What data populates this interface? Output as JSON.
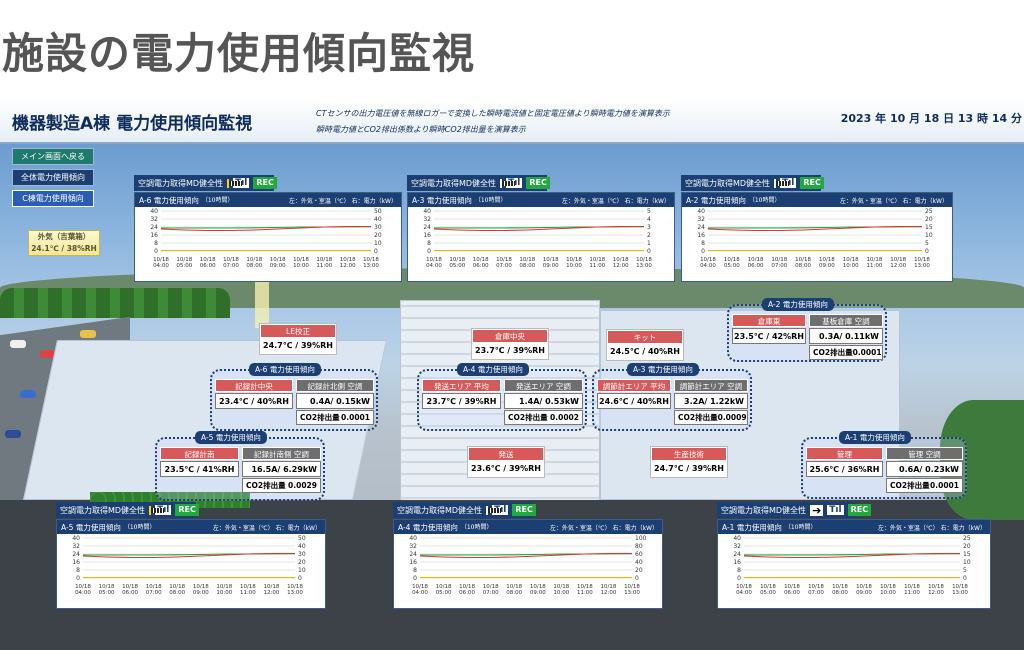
{
  "page_title": "施設の電力使用傾向監視",
  "app": {
    "title": "機器製造A棟  電力使用傾向監視",
    "note1": "CTセンサの出力電圧値を無線ロガーで変換した瞬時電流値と固定電圧値より瞬時電力値を演算表示",
    "note2": "瞬時電力値とCO2排出係数より瞬時CO2排出量を演算表示",
    "datetime": "2023 年 10 月 18 日 13 時 14 分"
  },
  "nav": {
    "main": "メイン画面へ戻る",
    "all": "全体電力使用傾向",
    "c": "C棟電力使用傾向"
  },
  "outside": {
    "label": "外気（吉葉箱）",
    "value": "24.1℃ / 38%RH"
  },
  "health": {
    "label": "空調電力取得MD健全性",
    "rec": "REC",
    "signal": "Tıl",
    "plug": "➔"
  },
  "legend": {
    "left": "左：外気・室温（℃）",
    "right": "右：電力（kW）"
  },
  "chart_sub": "（10時間）",
  "x_labels": [
    "10/18 04:00",
    "10/18 05:00",
    "10/18 06:00",
    "10/18 07:00",
    "10/18 08:00",
    "10/18 09:00",
    "10/18 10:00",
    "10/18 11:00",
    "10/18 12:00",
    "10/18 13:00"
  ],
  "panels": {
    "a6": {
      "title": "A-6 電力使用傾向",
      "left_ticks": [
        "40",
        "32",
        "24",
        "16",
        "8",
        "0"
      ],
      "right_ticks": [
        "50",
        "40",
        "30",
        "20",
        "10",
        "0"
      ]
    },
    "a3": {
      "title": "A-3 電力使用傾向",
      "left_ticks": [
        "40",
        "32",
        "24",
        "16",
        "8",
        "0"
      ],
      "right_ticks": [
        "5",
        "4",
        "3",
        "2",
        "1",
        "0"
      ]
    },
    "a2": {
      "title": "A-2 電力使用傾向",
      "left_ticks": [
        "40",
        "32",
        "24",
        "16",
        "8",
        "0"
      ],
      "right_ticks": [
        "25",
        "20",
        "15",
        "10",
        "5",
        "0"
      ]
    },
    "a5": {
      "title": "A-5 電力使用傾向",
      "left_ticks": [
        "40",
        "32",
        "24",
        "16",
        "8",
        "0"
      ],
      "right_ticks": [
        "50",
        "40",
        "30",
        "20",
        "10",
        "0"
      ]
    },
    "a4": {
      "title": "A-4 電力使用傾向",
      "left_ticks": [
        "40",
        "32",
        "24",
        "16",
        "8",
        "0"
      ],
      "right_ticks": [
        "100",
        "80",
        "60",
        "40",
        "20",
        "0"
      ]
    },
    "a1": {
      "title": "A-1 電力使用傾向",
      "left_ticks": [
        "40",
        "32",
        "24",
        "16",
        "8",
        "0"
      ],
      "right_ticks": [
        "25",
        "20",
        "15",
        "10",
        "5",
        "0"
      ]
    }
  },
  "rooms": {
    "le": {
      "label": "LE校正",
      "value": "24.7℃ / 39%RH"
    },
    "souko": {
      "label": "倉庫中央",
      "value": "23.7℃ / 39%RH"
    },
    "kit": {
      "label": "キット",
      "value": "24.5℃ / 40%RH"
    },
    "hassou": {
      "label": "発送",
      "value": "23.6℃ / 39%RH"
    },
    "seisan": {
      "label": "生産技術",
      "value": "24.7℃ / 39%RH"
    }
  },
  "groups": {
    "a2": {
      "title": "A-2 電力使用傾向",
      "room": "倉庫東",
      "room_val": "23.5℃ / 42%RH",
      "ac": "基板倉庫 空調",
      "ac_val": "0.3A/  0.11kW",
      "co2": "CO2排出量",
      "co2_val": "0.0001"
    },
    "a6": {
      "title": "A-6 電力使用傾向",
      "room": "記録計中央",
      "room_val": "23.4℃ / 40%RH",
      "ac": "記録計北側 空調",
      "ac_val": "0.4A/  0.15kW",
      "co2": "CO2排出量",
      "co2_val": "0.0001"
    },
    "a4": {
      "title": "A-4 電力使用傾向",
      "room": "発送エリア 平均",
      "room_val": "23.7℃ / 39%RH",
      "ac": "発送エリア 空調",
      "ac_val": "1.4A/  0.53kW",
      "co2": "CO2排出量",
      "co2_val": "0.0002"
    },
    "a3": {
      "title": "A-3 電力使用傾向",
      "room": "調節計エリア 平均",
      "room_val": "24.6℃ / 40%RH",
      "ac": "調節計エリア 空調",
      "ac_val": "3.2A/  1.22kW",
      "co2": "CO2排出量",
      "co2_val": "0.0009"
    },
    "a5": {
      "title": "A-5 電力使用傾向",
      "room": "記録計南",
      "room_val": "23.5℃ / 41%RH",
      "ac": "記録計南側 空調",
      "ac_val": "16.5A/  6.29kW",
      "co2": "CO2排出量",
      "co2_val": "0.0029"
    },
    "a1": {
      "title": "A-1 電力使用傾向",
      "room": "管理",
      "room_val": "25.6℃ / 36%RH",
      "ac": "管理 空調",
      "ac_val": "0.6A/  0.23kW",
      "co2": "CO2排出量",
      "co2_val": "0.0001"
    }
  },
  "colors": {
    "outside": "#e83030",
    "room": "#22a33c",
    "power": "#e8b800",
    "header": "#1b3f73"
  }
}
